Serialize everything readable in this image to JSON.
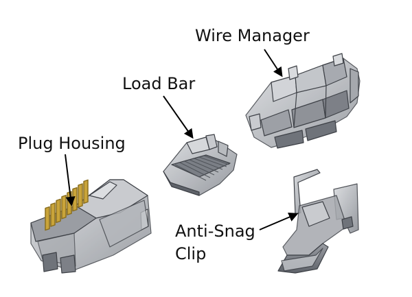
{
  "labels": {
    "wire_manager": "Wire Manager",
    "load_bar": "Load Bar",
    "plug_housing": "Plug Housing",
    "anti_snag_line1": "Anti-Snag",
    "anti_snag_line2": "Clip"
  },
  "colors": {
    "background": "#ffffff",
    "plastic": "#b9bcc1",
    "plastic_dark": "#6f737a",
    "edge": "#3d4046",
    "contact_gold": "#c9a43a",
    "arrow": "#000000"
  }
}
